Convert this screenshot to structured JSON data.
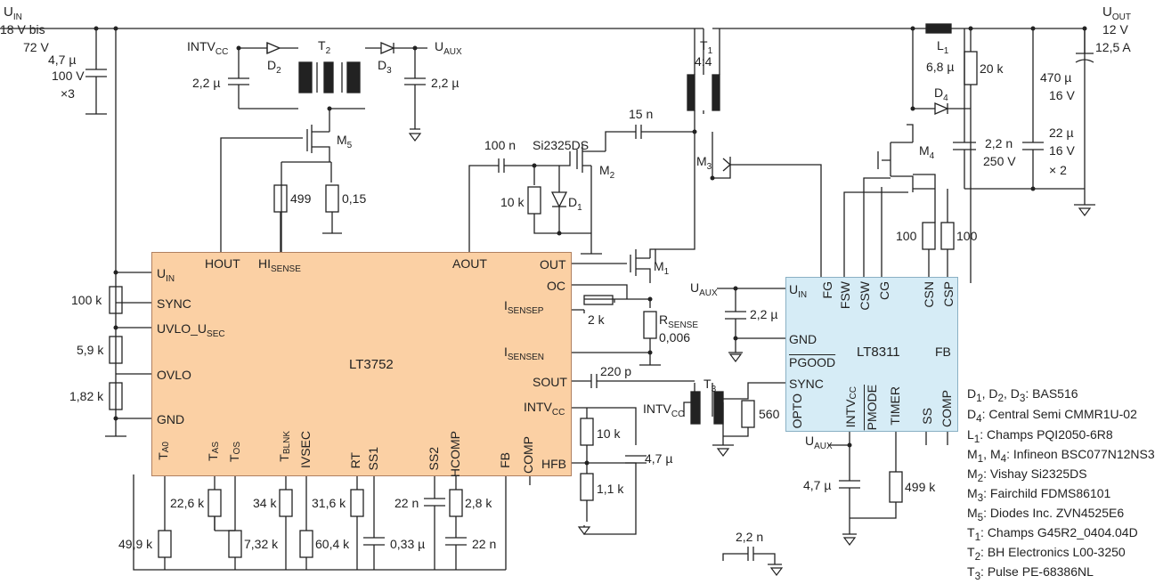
{
  "labels": {
    "uin_name": "U",
    "uin_sub": "IN",
    "uin_range1": "18 V bis",
    "uin_range2": "72 V",
    "uout_name": "U",
    "uout_sub": "OUT",
    "uout_v": "12 V",
    "uout_i": "12,5 A",
    "cin1": "4,7 µ",
    "cin2": "100 V",
    "cin3": "×3",
    "intvcc_top": "INTV",
    "intvcc_top_sub": "CC",
    "uaux_top": "U",
    "uaux_top_sub": "AUX",
    "c_t2_left": "2,2 µ",
    "c_t2_right": "2,2 µ",
    "t2": "T",
    "t2_sub": "2",
    "d2": "D",
    "d2_sub": "2",
    "d3": "D",
    "d3_sub": "3",
    "m5": "M",
    "m5_sub": "5",
    "r499": "499",
    "r015": "0,15",
    "c100n": "100 n",
    "si2325": "Si2325DS",
    "c15n": "15 n",
    "m2": "M",
    "m2_sub": "2",
    "r10k_d1": "10 k",
    "d1": "D",
    "d1_sub": "1",
    "t1": "T",
    "t1_sub": "1",
    "t1_ratio": "4:4",
    "l1": "L",
    "l1_sub": "1",
    "l1_val": "6,8 µ",
    "r20k": "20 k",
    "cout1": "470 µ",
    "cout1v": "16 V",
    "d4": "D",
    "d4_sub": "4",
    "m3": "M",
    "m3_sub": "3",
    "m4": "M",
    "m4_sub": "4",
    "c22n": "2,2 n",
    "c22n_v": "250 V",
    "c22u": "22 µ",
    "c22u_v": "16 V",
    "c22u_n": "× 2",
    "r100a": "100",
    "r100b": "100",
    "m1": "M",
    "m1_sub": "1",
    "r2k": "2 k",
    "rsense": "R",
    "rsense_sub": "SENSE",
    "rsense_val": "0,006",
    "c220p": "220 p",
    "intvcc_mid": "INTV",
    "intvcc_mid_sub": "CC",
    "t3": "T",
    "t3_sub": "3",
    "r560": "560",
    "r10k_fb": "10 k",
    "r11k": "1,1 k",
    "c47u_fb": "4,7 µ",
    "uaux_lt8311": "U",
    "uaux_lt8311_sub": "AUX",
    "c22u_lt8311": "2,2 µ",
    "uaux_bottom": "U",
    "uaux_bottom_sub": "AUX",
    "c47u_bottom": "4,7 µ",
    "r499k": "499 k",
    "r100k": "100 k",
    "r59k": "5,9 k",
    "r182k": "1,82 k",
    "r226k": "22,6 k",
    "r499k_ta0": "49,9 k",
    "r732k": "7,32 k",
    "r34k": "34 k",
    "r604k": "60,4 k",
    "r316k": "31,6 k",
    "c033u": "0,33 µ",
    "c22n_ss2": "22 n",
    "r28k": "2,8 k",
    "c22n_hcomp": "22 n",
    "c22n_bottom": "2,2 n"
  },
  "lt3752": {
    "name": "LT3752",
    "pins_left": [
      "U",
      "SYNC",
      "UVLO_U",
      "OVLO",
      "GND"
    ],
    "pins_left_subs": [
      "IN",
      "",
      "SEC",
      "",
      ""
    ],
    "pins_top": [
      "HOUT",
      "HI",
      "AOUT"
    ],
    "pins_top_subs": [
      "",
      "SENSE",
      ""
    ],
    "pins_right": [
      "OUT",
      "OC",
      "I",
      "I",
      "SOUT",
      "INTV",
      "HFB"
    ],
    "pins_right_subs": [
      "",
      "",
      "SENSEP",
      "SENSEN",
      "",
      "CC",
      ""
    ],
    "pins_bottom": [
      "T",
      "T",
      "T",
      "T",
      "IVSEC",
      "RT",
      "SS1",
      "SS2",
      "HCOMP",
      "FB",
      "COMP"
    ],
    "pins_bottom_subs": [
      "A0",
      "AS",
      "OS",
      "BLNK",
      "",
      "",
      "",
      "",
      "",
      "",
      ""
    ]
  },
  "lt8311": {
    "name": "LT8311",
    "pin_uin": "U",
    "pin_uin_sub": "IN",
    "pin_gnd": "GND",
    "pin_pgood": "PGOOD",
    "pin_sync": "SYNC",
    "pin_fb": "FB",
    "pins_top": [
      "FG",
      "FSW",
      "CSW",
      "CG",
      "CSN",
      "CSP"
    ],
    "pin_opto": "OPTO",
    "pin_intvcc": "INTV",
    "pin_intvcc_sub": "CC",
    "pin_pmode": "PMODE",
    "pin_timer": "TIMER",
    "pin_ss": "SS",
    "pin_comp": "COMP"
  },
  "bom": [
    {
      "ref": "D",
      "sub": "1",
      "ref2": "D",
      "sub2": "2",
      "ref3": "D",
      "sub3": "3",
      "part": ": BAS516"
    },
    {
      "ref": "D",
      "sub": "4",
      "part": ": Central Semi CMMR1U-02"
    },
    {
      "ref": "L",
      "sub": "1",
      "part": ": Champs PQI2050-6R8"
    },
    {
      "ref": "M",
      "sub": "1",
      "ref2": "M",
      "sub2": "4",
      "part": ": Infineon BSC077N12NS3"
    },
    {
      "ref": "M",
      "sub": "2",
      "part": ": Vishay Si2325DS"
    },
    {
      "ref": "M",
      "sub": "3",
      "part": ": Fairchild FDMS86101"
    },
    {
      "ref": "M",
      "sub": "5",
      "part": ": Diodes Inc. ZVN4525E6"
    },
    {
      "ref": "T",
      "sub": "1",
      "part": ": Champs G45R2_0404.04D"
    },
    {
      "ref": "T",
      "sub": "2",
      "part": ": BH Electronics L00-3250"
    },
    {
      "ref": "T",
      "sub": "3",
      "part": ": Pulse PE-68386NL"
    }
  ]
}
